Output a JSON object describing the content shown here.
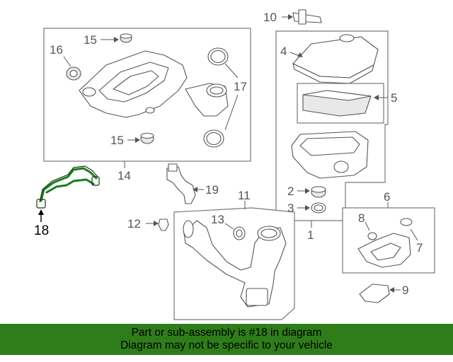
{
  "callouts": {
    "c1": "1",
    "c2": "2",
    "c3": "3",
    "c4": "4",
    "c5": "5",
    "c6": "6",
    "c7": "7",
    "c8": "8",
    "c9": "9",
    "c10": "10",
    "c11": "11",
    "c12": "12",
    "c13": "13",
    "c14": "14",
    "c15a": "15",
    "c15b": "15",
    "c16": "16",
    "c17": "17",
    "c18": "18",
    "c19": "19"
  },
  "highlight_part": "18",
  "banner": {
    "line1": "Part or sub-assembly is #18 in diagram",
    "line2": "Diagram may not be specific to your vehicle",
    "background_color": "#2f7d1a"
  },
  "colors": {
    "highlight_part_color": "#1e7a1e",
    "line_color": "#555555"
  }
}
